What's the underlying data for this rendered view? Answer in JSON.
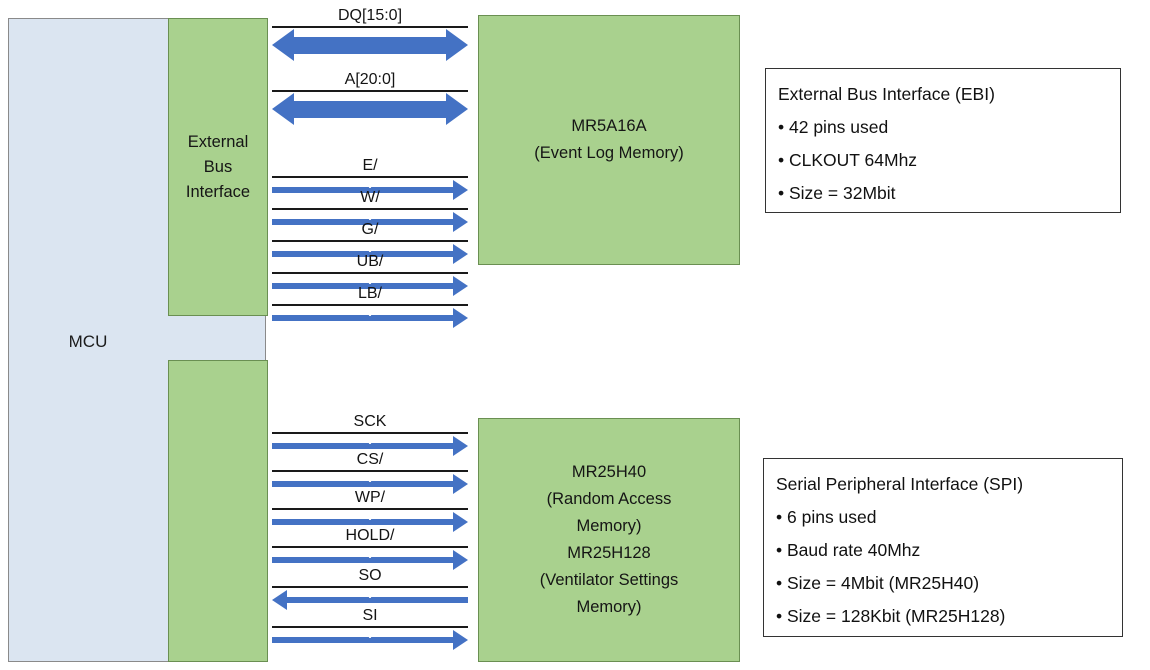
{
  "mcu": {
    "label": "MCU"
  },
  "ebi_block": {
    "label": "External Bus Interface"
  },
  "event_log_memory": {
    "lines": [
      "MR5A16A",
      "(Event Log Memory)"
    ]
  },
  "spi_memory": {
    "lines": [
      "MR25H40",
      "(Random Access",
      "Memory)",
      "MR25H128",
      "(Ventilator Settings",
      "Memory)"
    ]
  },
  "ebi_signals": [
    {
      "label": "DQ[15:0]",
      "direction": "bidirectional"
    },
    {
      "label": "A[20:0]",
      "direction": "bidirectional"
    },
    {
      "label": "E/",
      "direction": "right"
    },
    {
      "label": "W/",
      "direction": "right"
    },
    {
      "label": "G/",
      "direction": "right"
    },
    {
      "label": "UB/",
      "direction": "right"
    },
    {
      "label": "LB/",
      "direction": "right"
    }
  ],
  "spi_signals": [
    {
      "label": "SCK",
      "direction": "right"
    },
    {
      "label": "CS/",
      "direction": "right"
    },
    {
      "label": "WP/",
      "direction": "right"
    },
    {
      "label": "HOLD/",
      "direction": "right"
    },
    {
      "label": "SO",
      "direction": "left"
    },
    {
      "label": "SI",
      "direction": "right"
    }
  ],
  "ebi_info": {
    "title": "External Bus Interface (EBI)",
    "bullets": [
      "42 pins used",
      "CLKOUT 64Mhz",
      "Size = 32Mbit"
    ]
  },
  "spi_info": {
    "title": "Serial Peripheral Interface (SPI)",
    "bullets": [
      "6 pins used",
      "Baud rate 40Mhz",
      "Size = 4Mbit (MR25H40)",
      "Size = 128Kbit (MR25H128)"
    ]
  },
  "colors": {
    "mcu_fill": "#dbe5f1",
    "block_green": "#a9d18e",
    "arrow_blue": "#4472c4"
  }
}
